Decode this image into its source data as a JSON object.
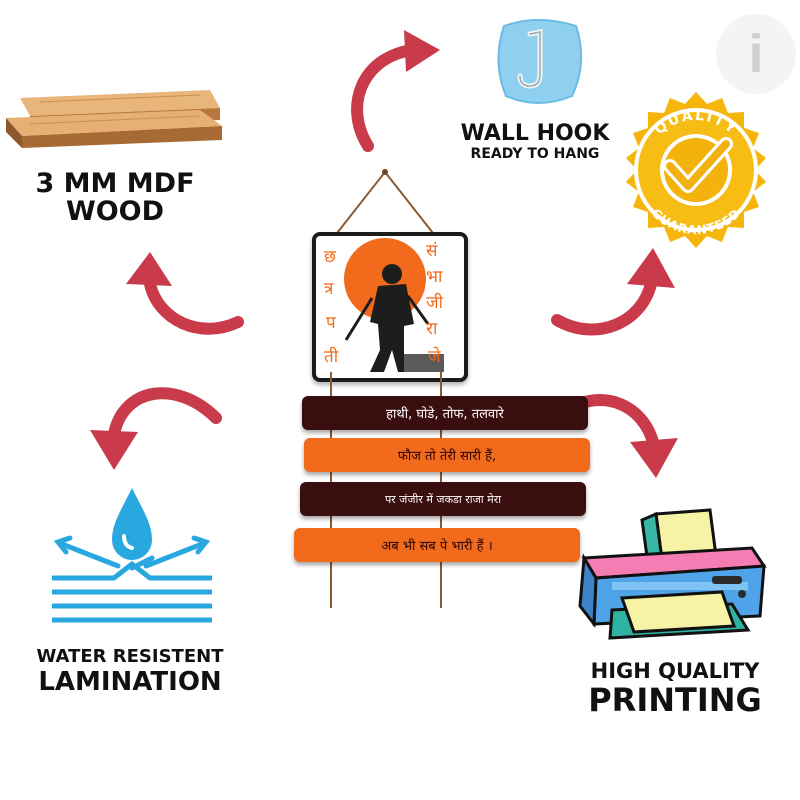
{
  "features": {
    "wood": {
      "line1": "3 MM MDF",
      "line2": "WOOD"
    },
    "hook": {
      "line1": "WALL HOOK",
      "line2": "READY TO HANG"
    },
    "water": {
      "line1": "WATER RESISTENT",
      "line2": "LAMINATION"
    },
    "printing": {
      "line1": "HIGH QUALITY",
      "line2": "PRINTING"
    }
  },
  "badge": {
    "top": "QUALITY",
    "bottom": "GUARANTEED"
  },
  "sign": {
    "left_letters": [
      "छ",
      "त्र",
      "प",
      "ती"
    ],
    "right_letters": [
      "सं",
      "भा",
      "जी",
      "रा",
      "जे"
    ],
    "planks": [
      "हाथी, घोडे, तोफ, तलवारे",
      "फौज तो तेरी सारी हैं,",
      "पर जंजीर में जकडा राजा मेरा",
      "अब भी सब पे भारी हैं ।"
    ]
  },
  "brand": {
    "logo_letter": "i"
  },
  "colors": {
    "arrow": "#c93a4a",
    "accent": "#f26a1b",
    "water": "#29a8e0",
    "plank_dark": "#3a0d0f"
  },
  "icons": [
    "wood-planks-icon",
    "wall-hook-icon",
    "quality-badge-icon",
    "water-drop-icon",
    "printer-icon"
  ]
}
